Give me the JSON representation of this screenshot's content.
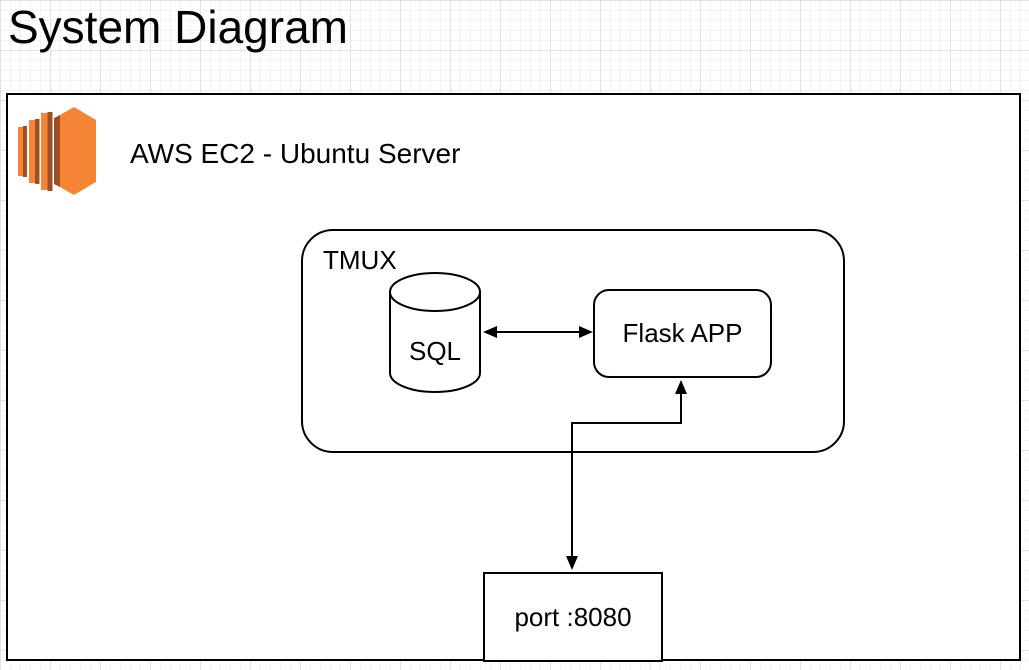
{
  "title": "System Diagram",
  "ec2_container": {
    "label": "AWS EC2 - Ubuntu Server",
    "icon": "aws-ec2-icon"
  },
  "tmux_container": {
    "label": "TMUX"
  },
  "nodes": {
    "sql": {
      "label": "SQL",
      "shape": "cylinder"
    },
    "flask": {
      "label": "Flask APP",
      "shape": "rounded-rectangle"
    },
    "port": {
      "label": "port :8080",
      "shape": "rectangle"
    }
  },
  "connectors": [
    {
      "from": "sql",
      "to": "flask",
      "type": "straight",
      "arrows": "both-ends"
    },
    {
      "from": "flask",
      "to": "port",
      "type": "elbow",
      "arrows": "both-ends"
    }
  ],
  "colors": {
    "stroke": "#000000",
    "aws_icon_orange": "#F58534",
    "aws_icon_dark_orange": "#9D5025",
    "canvas_background": "#ffffff",
    "grid_minor": "#f2f2f2",
    "grid_major": "#e2e2e2"
  }
}
